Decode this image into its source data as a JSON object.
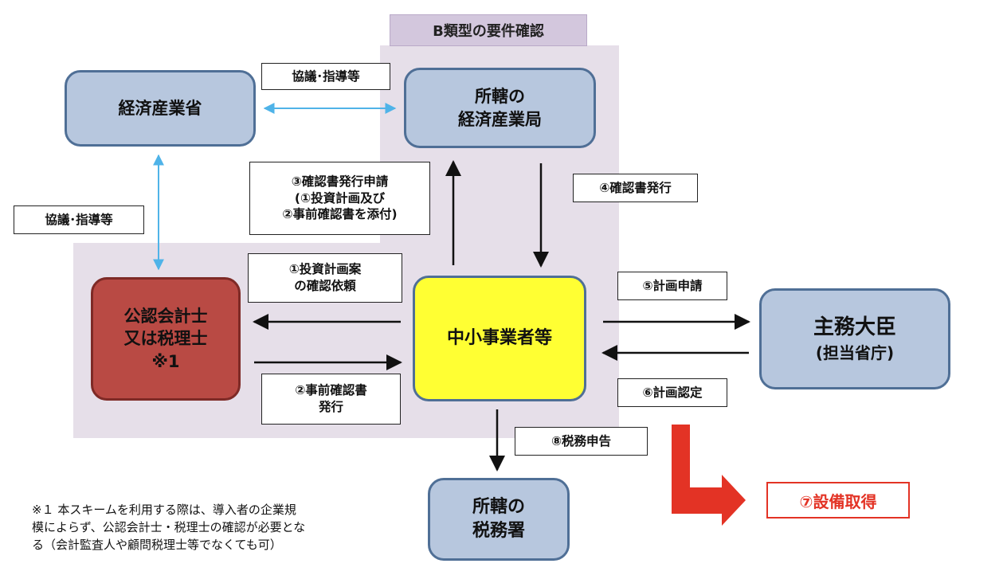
{
  "region_title": "B類型の要件確認",
  "nodes": {
    "meti": "経済産業省",
    "regional_bureau": [
      "所轄の",
      "経済産業局"
    ],
    "accountant": [
      "公認会計士",
      "又は税理士",
      "※1"
    ],
    "sme": "中小事業者等",
    "minister": [
      "主務大臣",
      "(担当省庁)"
    ],
    "tax_office": [
      "所轄の",
      "税務署"
    ]
  },
  "edge_labels": {
    "consult_top": "協議･指導等",
    "consult_left": "協議･指導等",
    "step3": [
      "③確認書発行申請",
      "(①投資計画及び",
      "②事前確認書を添付)"
    ],
    "step4": "④確認書発行",
    "step1": [
      "①投資計画案",
      "の確認依頼"
    ],
    "step2": [
      "②事前確認書",
      "発行"
    ],
    "step5": "⑤計画申請",
    "step6": "⑥計画認定",
    "step8": "⑧税務申告"
  },
  "step7": "⑦設備取得",
  "footnote": [
    "※１ 本スキームを利用する際は、導入者の企業規",
    "模によらず、公認会計士・税理士の確認が必要とな",
    "る（会計監査人や顧問税理士等でなくても可）"
  ],
  "colors": {
    "node_blue": "#b7c7de",
    "node_red": "#b94a44",
    "node_yellow": "#ffff33",
    "region": "#e6dfe9",
    "arrow_light_blue": "#4fb3e8",
    "step7_red": "#e33325"
  }
}
